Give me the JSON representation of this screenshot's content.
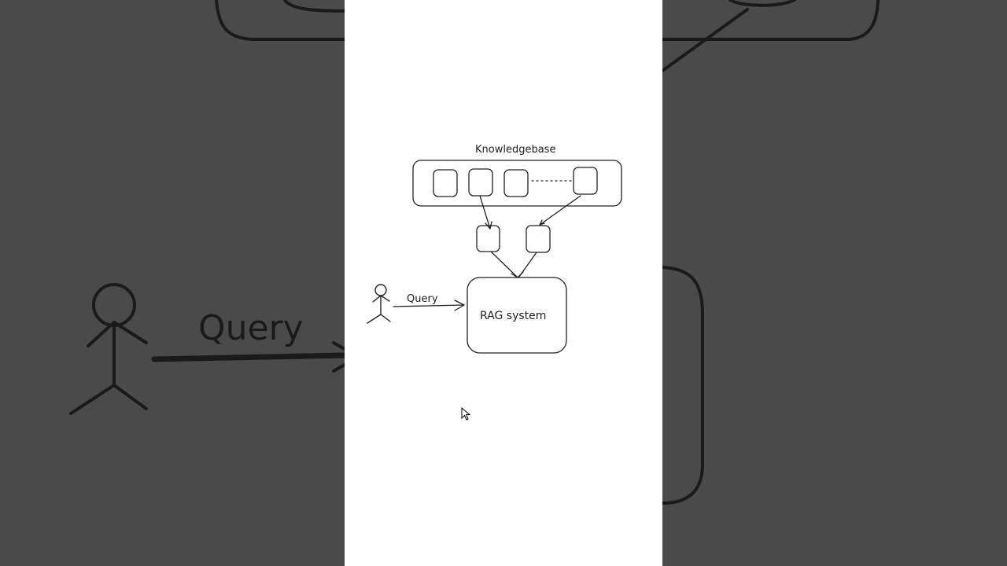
{
  "diagram": {
    "knowledgebase_label": "Knowledgebase",
    "query_label": "Query",
    "system_label": "RAG system"
  },
  "backdrop": {
    "query_label": "Query"
  },
  "colors": {
    "side_background": "#4a4a4a",
    "frame_background": "#ffffff",
    "stroke": "#222222"
  },
  "icons": {
    "user": "stick-figure-icon",
    "pointer": "mouse-cursor-icon"
  }
}
